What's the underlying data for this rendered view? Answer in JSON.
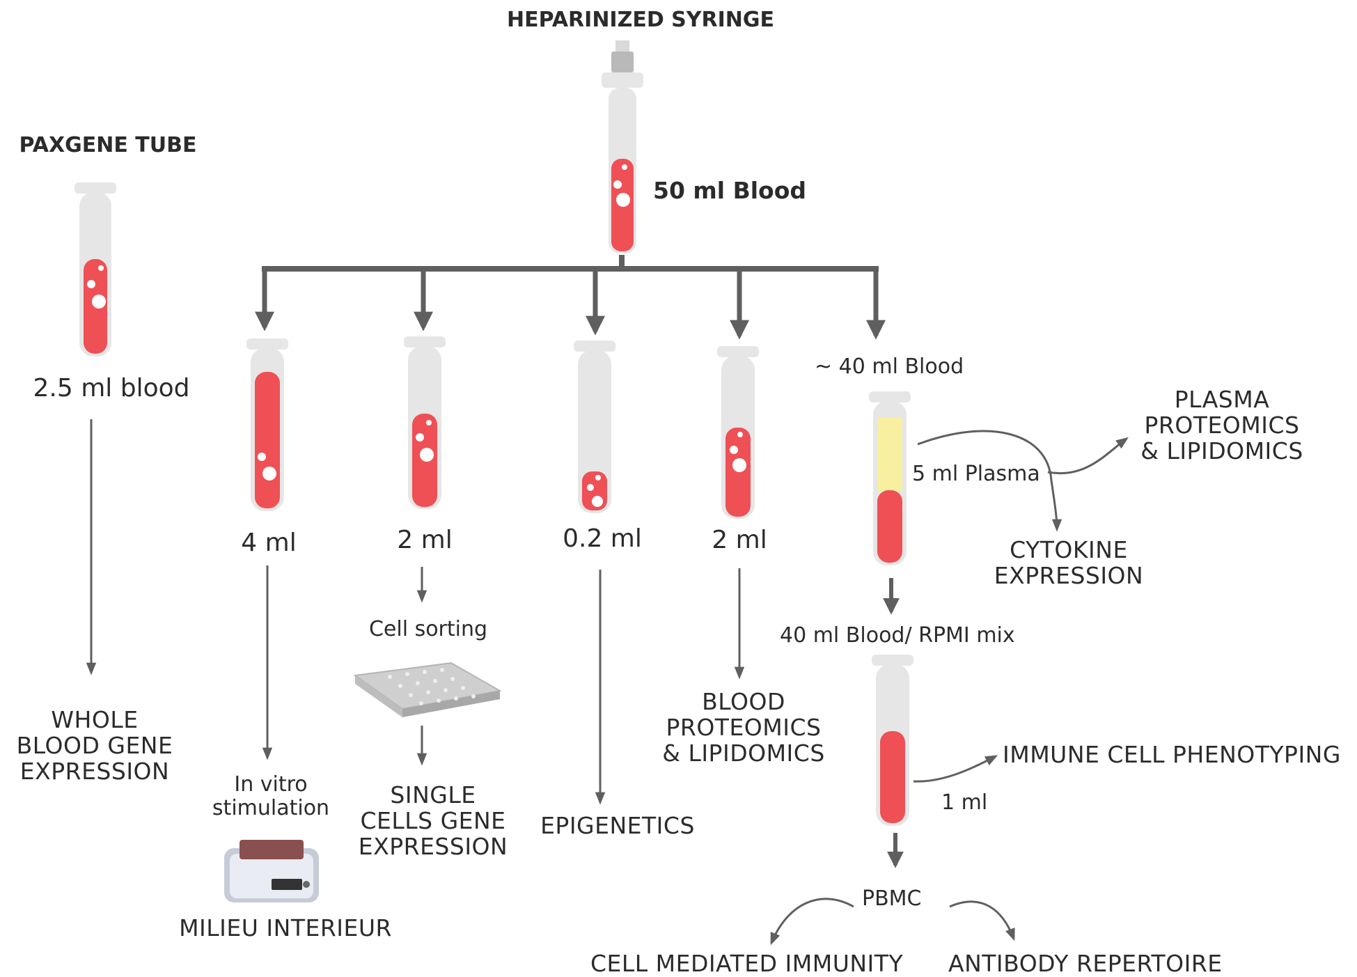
{
  "syringe": {
    "title": "HEPARINIZED SYRINGE",
    "volume": "50 ml Blood"
  },
  "paxgene": {
    "title": "PAXGENE TUBE",
    "volume": "2.5 ml blood",
    "outcome": "WHOLE\nBLOOD GENE\nEXPRESSION"
  },
  "branches": {
    "in_vitro": {
      "volume": "4 ml",
      "step": "In vitro\nstimulation",
      "outcome": "MILIEU INTERIEUR"
    },
    "single_cell": {
      "volume": "2 ml",
      "step": "Cell sorting",
      "outcome": "SINGLE\nCELLS GENE\nEXPRESSION"
    },
    "epigenetics": {
      "volume": "0.2 ml",
      "outcome": "EPIGENETICS"
    },
    "blood_proteomics": {
      "volume": "2 ml",
      "outcome": "BLOOD\nPROTEOMICS\n& LIPIDOMICS"
    },
    "main": {
      "volume": "~ 40 ml Blood",
      "plasma": "5 ml Plasma",
      "plasma_outcome": "PLASMA\nPROTEOMICS\n& LIPIDOMICS",
      "cytokine_outcome": "CYTOKINE\nEXPRESSION",
      "mix": "40 ml Blood/ RPMI mix",
      "phenotyping": "IMMUNE CELL PHENOTYPING",
      "phenotyping_volume": "1 ml",
      "pbmc": "PBMC",
      "cell_mediated": "CELL MEDIATED IMMUNITY",
      "antibody": "ANTIBODY REPERTOIRE"
    }
  },
  "colors": {
    "blood": "#ee5055",
    "plasma": "#f8f0a0",
    "tube": "#e6e6e6",
    "arrow": "#5f5f5f"
  }
}
